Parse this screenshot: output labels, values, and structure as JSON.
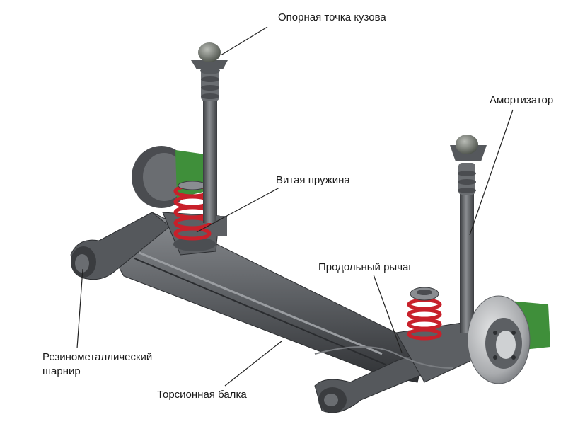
{
  "diagram": {
    "labels": {
      "body_mount": "Опорная точка кузова",
      "shock_absorber": "Амортизатор",
      "coil_spring": "Витая пружина",
      "trailing_arm": "Продольный рычаг",
      "rubber_metal_bushing_line1": "Резинометаллический",
      "rubber_metal_bushing_line2": "шарнир",
      "torsion_beam": "Торсионная балка"
    },
    "colors": {
      "metal": "#5c5f63",
      "metal_dark": "#3a3c3f",
      "metal_light": "#8a8d91",
      "spring": "#c8202a",
      "bracket_green": "#3f8f3a",
      "leader_line": "#222222"
    }
  }
}
